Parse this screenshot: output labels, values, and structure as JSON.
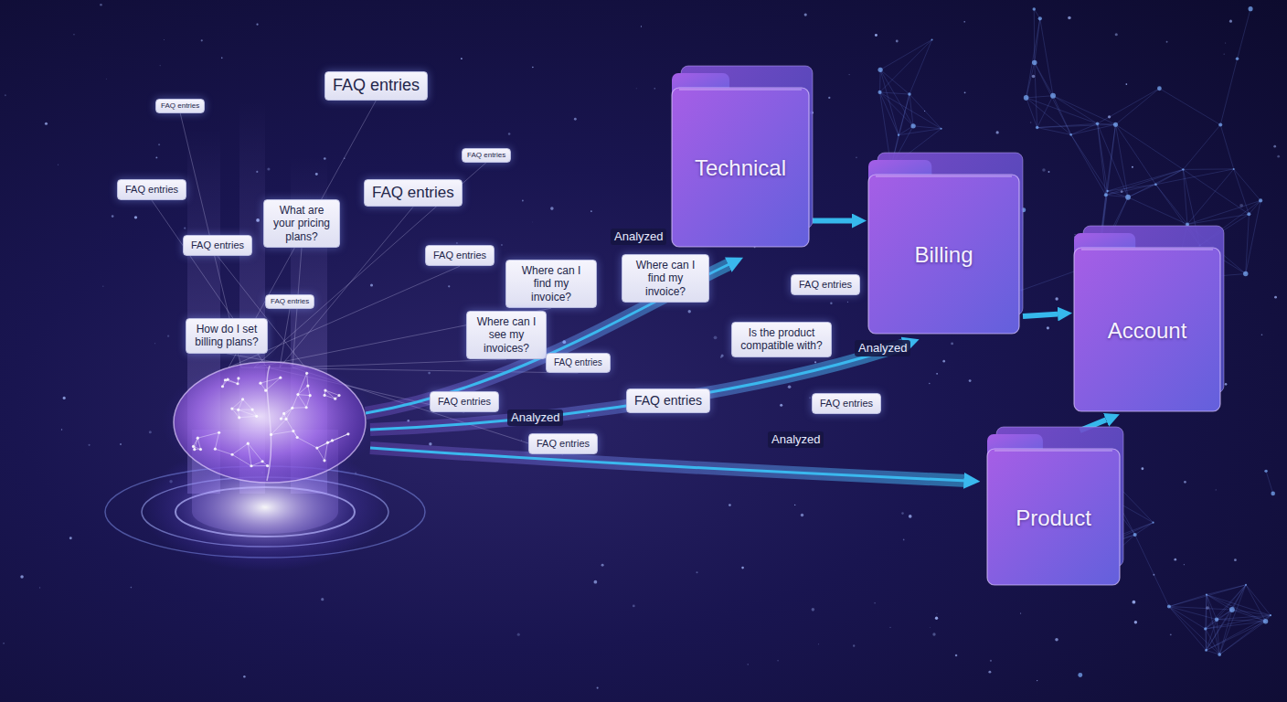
{
  "diagram": {
    "nodes": [
      {
        "text": [
          "FAQ entries"
        ]
      },
      {
        "text": [
          "FAQ entries"
        ]
      },
      {
        "text": [
          "FAQ entries"
        ]
      },
      {
        "text": [
          "FAQ entries"
        ]
      },
      {
        "text": [
          "FAQ entries"
        ]
      },
      {
        "text": [
          "What are your pricing plans?"
        ]
      },
      {
        "text": [
          "FAQ entries"
        ]
      },
      {
        "text": [
          "FAQ entries"
        ]
      },
      {
        "text": [
          "Where can I find my invoice?"
        ]
      },
      {
        "text": [
          "Where can I find my invoice?"
        ]
      },
      {
        "text": [
          "FAQ entries"
        ]
      },
      {
        "text": [
          "FAQ entries"
        ]
      },
      {
        "text": [
          "Where can I see my invoices?"
        ]
      },
      {
        "text": [
          "How do I set billing plans?"
        ]
      },
      {
        "text": [
          "Is the product compatible with?"
        ]
      },
      {
        "text": [
          "FAQ entries"
        ]
      },
      {
        "text": [
          "FAQ entries"
        ]
      },
      {
        "text": [
          "FAQ entries"
        ]
      },
      {
        "text": [
          "FAQ entries"
        ]
      },
      {
        "text": [
          "FAQ entries"
        ]
      },
      {
        "text": [
          "Technical"
        ]
      },
      {
        "text": [
          "Billing"
        ]
      },
      {
        "text": [
          "Account"
        ]
      },
      {
        "text": [
          "Product"
        ]
      }
    ],
    "edges": [
      {
        "from": 20,
        "to": 21,
        "arrow": "to"
      },
      {
        "from": 21,
        "to": 22,
        "arrow": "to"
      },
      {
        "from": 23,
        "to": 22,
        "arrow": "to"
      }
    ],
    "labels": [
      "Analyzed",
      "Analyzed",
      "Analyzed",
      "Analyzed"
    ]
  }
}
